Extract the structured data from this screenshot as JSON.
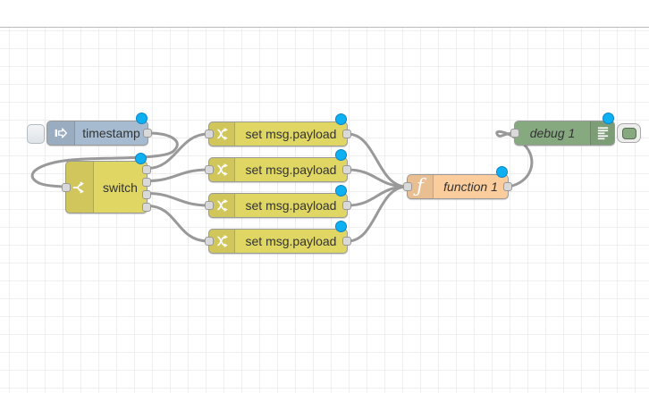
{
  "workspace": {
    "background_color": "#ffffff",
    "grid_color": "#eeeeee",
    "header_border_color": "#bbbbbb"
  },
  "theme": {
    "wire_color": "#999999",
    "port_color": "#d9d9d9",
    "changed_indicator_color": "#0fb0f2",
    "inject_node_color": "#a6bbcf",
    "switch_node_color": "#e0d663",
    "change_node_color": "#e0d663",
    "function_node_color": "#fbcd9d",
    "debug_node_color": "#87a980"
  },
  "nodes": {
    "timestamp": {
      "label": "timestamp",
      "type": "inject",
      "icon": "inject-arrow-icon",
      "status": "changed"
    },
    "switch1": {
      "label": "switch",
      "type": "switch",
      "icon": "switch-fork-icon",
      "outputs": 4,
      "status": "changed"
    },
    "change1": {
      "label": "set msg.payload",
      "type": "change",
      "icon": "shuffle-icon",
      "status": "changed"
    },
    "change2": {
      "label": "set msg.payload",
      "type": "change",
      "icon": "shuffle-icon",
      "status": "changed"
    },
    "change3": {
      "label": "set msg.payload",
      "type": "change",
      "icon": "shuffle-icon",
      "status": "changed"
    },
    "change4": {
      "label": "set msg.payload",
      "type": "change",
      "icon": "shuffle-icon",
      "status": "changed"
    },
    "function1": {
      "label": "function 1",
      "type": "function",
      "icon": "function-f-icon",
      "icon_glyph": "ƒ",
      "status": "changed"
    },
    "debug1": {
      "label": "debug 1",
      "type": "debug",
      "icon": "debug-output-lines-icon",
      "status": "changed"
    }
  },
  "wires": [
    {
      "from": "timestamp",
      "to": "switch1"
    },
    {
      "from": "switch1:1",
      "to": "change1"
    },
    {
      "from": "switch1:2",
      "to": "change2"
    },
    {
      "from": "switch1:3",
      "to": "change3"
    },
    {
      "from": "switch1:4",
      "to": "change4"
    },
    {
      "from": "change1",
      "to": "function1"
    },
    {
      "from": "change2",
      "to": "function1"
    },
    {
      "from": "change3",
      "to": "function1"
    },
    {
      "from": "change4",
      "to": "function1"
    },
    {
      "from": "function1",
      "to": "debug1"
    }
  ]
}
